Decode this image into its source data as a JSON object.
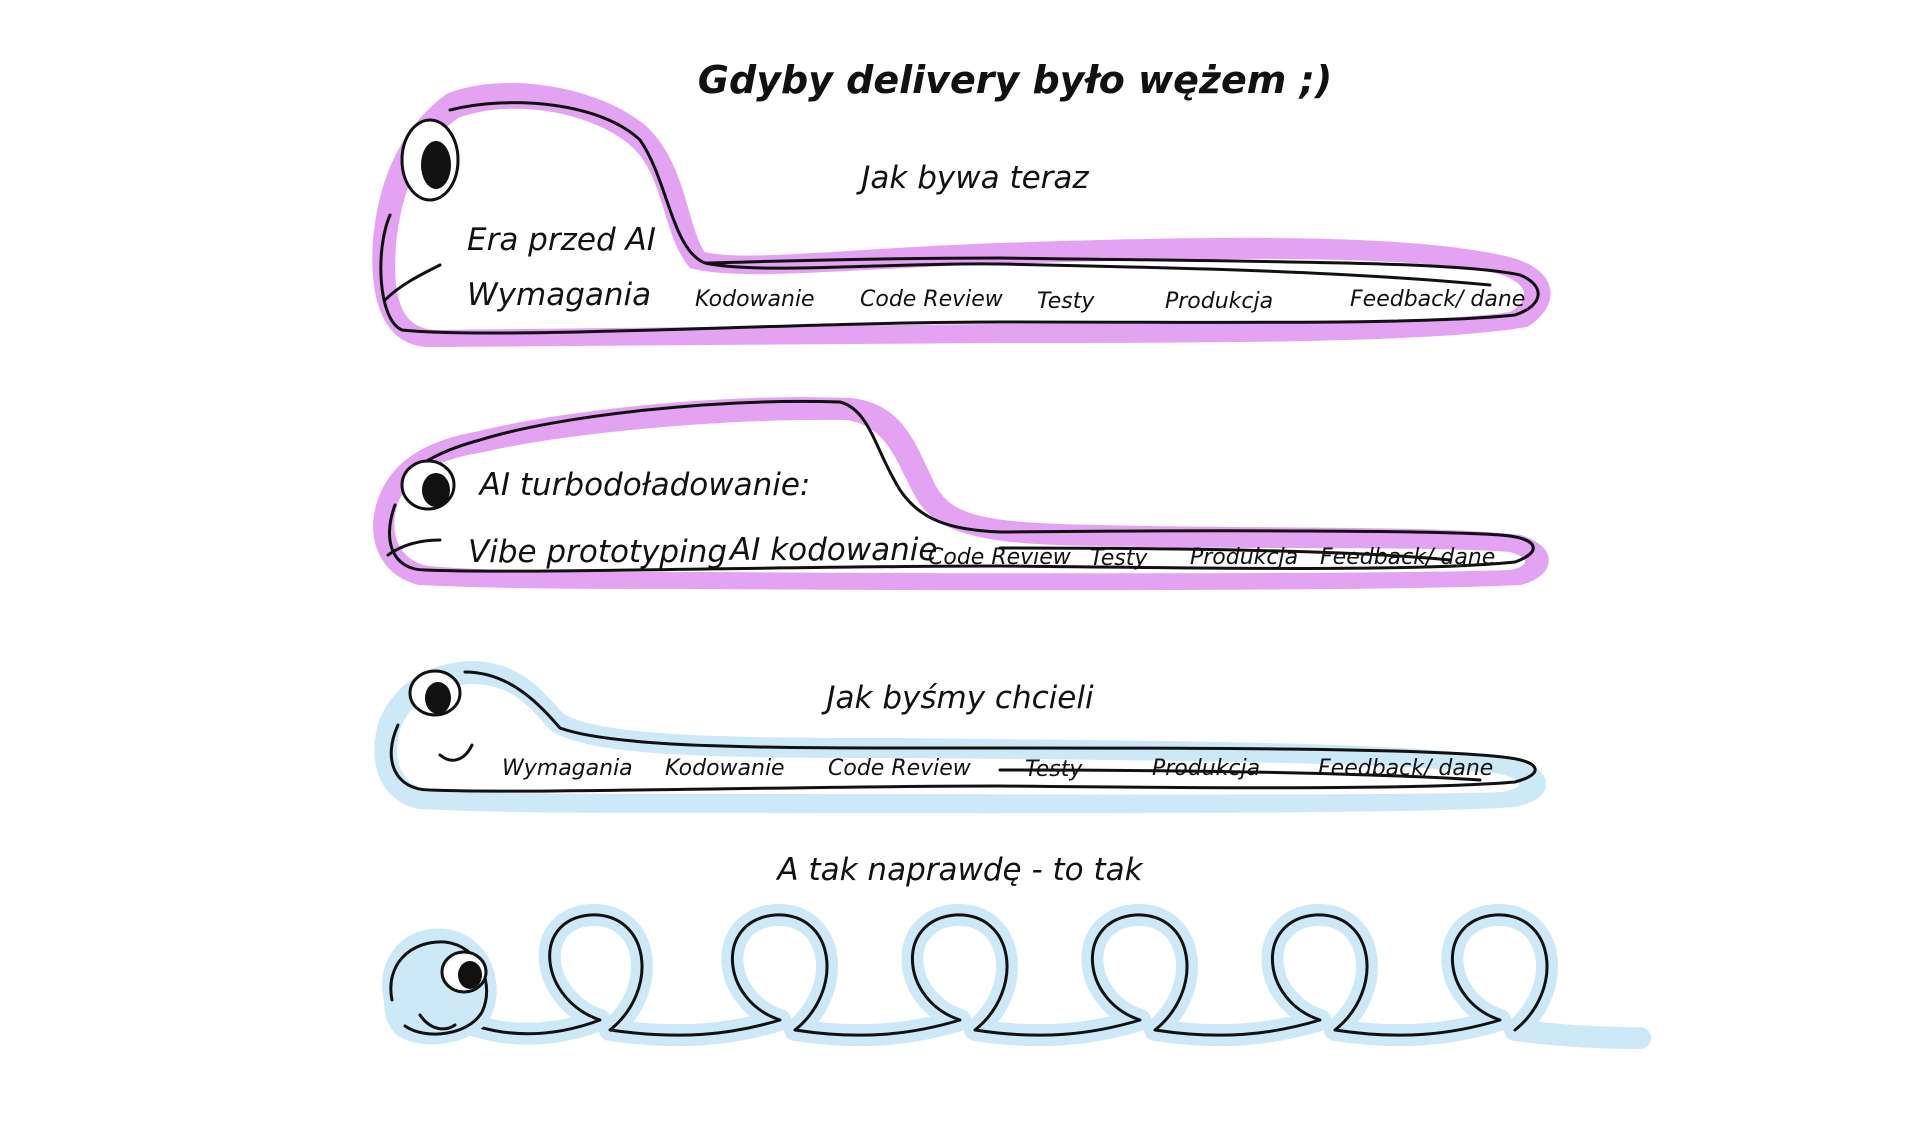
{
  "title": "Gdyby delivery było wężem ;)",
  "palette": {
    "pink": "#e4a3f2",
    "blue": "#cde8f7",
    "ink": "#111111"
  },
  "sections": [
    {
      "heading": "Jak bywa teraz",
      "era_label": "Era przed AI",
      "stages": [
        "Wymagania",
        "Kodowanie",
        "Code Review",
        "Testy",
        "Produkcja",
        "Feedback/ dane"
      ]
    },
    {
      "heading": "AI turbodoładowanie:",
      "stages": [
        "Vibe prototyping",
        "AI kodowanie",
        "Code Review",
        "Testy",
        "Produkcja",
        "Feedback/ dane"
      ]
    },
    {
      "heading": "Jak byśmy chcieli",
      "stages": [
        "Wymagania",
        "Kodowanie",
        "Code Review",
        "Testy",
        "Produkcja",
        "Feedback/ dane"
      ]
    },
    {
      "heading": "A tak naprawdę - to tak"
    }
  ]
}
